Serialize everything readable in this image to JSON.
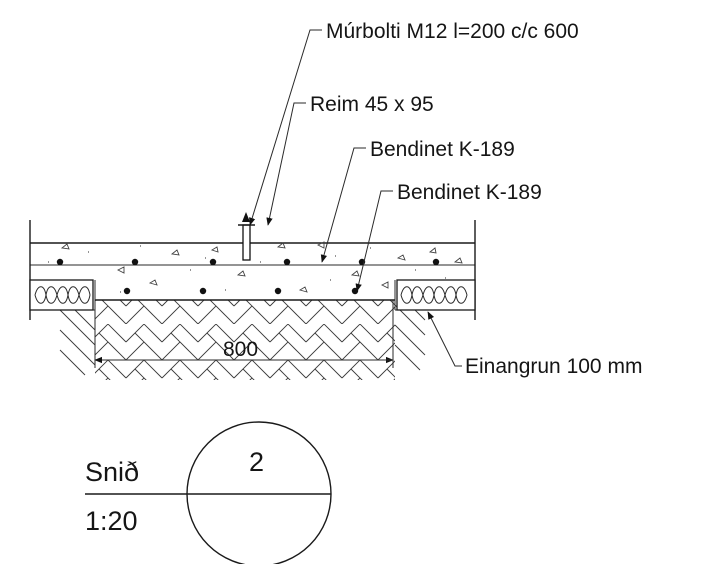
{
  "callouts": {
    "anchor_bolt": "Múrbolti M12 l=200 c/c 600",
    "timber_batten": "Reim 45 x 95",
    "mesh_top": "Bendinet K-189",
    "mesh_bottom": "Bendinet K-189",
    "insulation": "Einangrun 100 mm"
  },
  "dimension": {
    "width_label": "800"
  },
  "section_marker": {
    "title": "Snið",
    "scale": "1:20",
    "number": "2"
  },
  "colors": {
    "ink": "#151515",
    "paper": "#ffffff"
  }
}
